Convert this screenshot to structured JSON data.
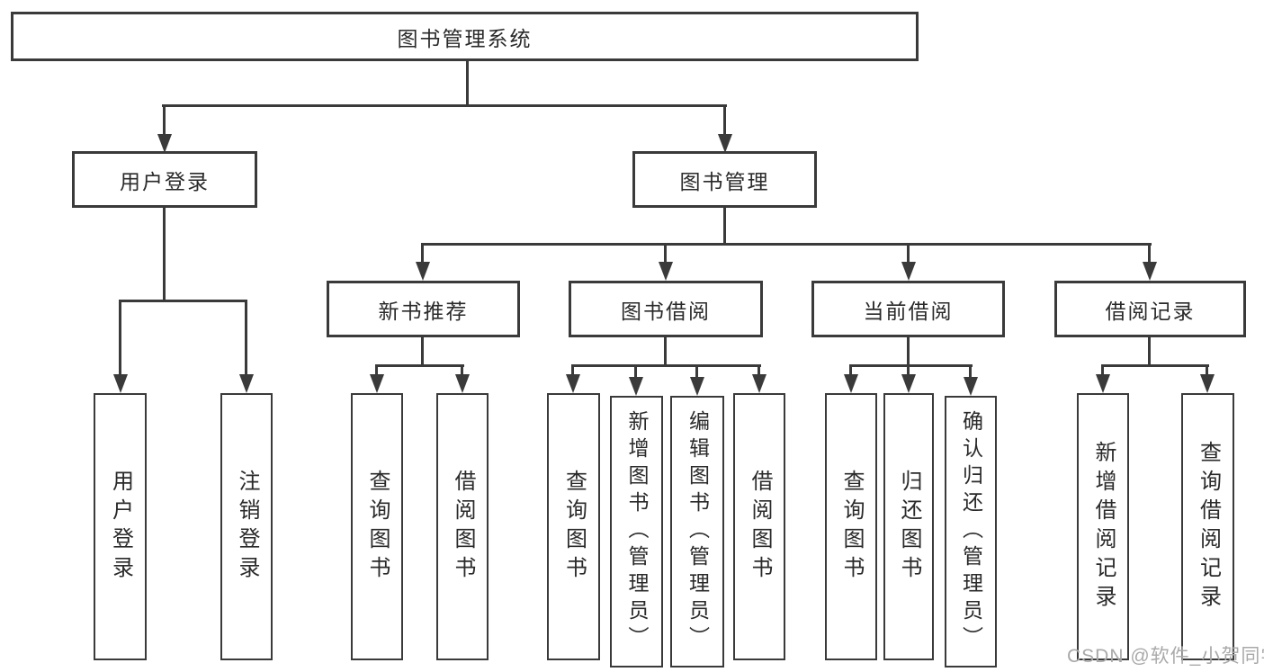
{
  "tree": {
    "root": {
      "label": "图书管理系统"
    },
    "branches": [
      {
        "label": "用户登录",
        "leaves": [
          "用户登录",
          "注销登录"
        ]
      },
      {
        "label": "图书管理",
        "groups": [
          {
            "label": "新书推荐",
            "leaves": [
              "查询图书",
              "借阅图书"
            ]
          },
          {
            "label": "图书借阅",
            "leaves": [
              "查询图书",
              "新增图书（管理员）",
              "编辑图书（管理员）",
              "借阅图书"
            ]
          },
          {
            "label": "当前借阅",
            "leaves": [
              "查询图书",
              "归还图书",
              "确认归还（管理员）"
            ]
          },
          {
            "label": "借阅记录",
            "leaves": [
              "新增借阅记录",
              "查询借阅记录"
            ]
          }
        ]
      }
    ]
  },
  "watermark": {
    "text": "CSDN @软件_小贺同学"
  },
  "colors": {
    "line": "#3a3a3a",
    "text": "#2a2a2a",
    "watermark": "#a9a9a9",
    "background": "#ffffff"
  }
}
